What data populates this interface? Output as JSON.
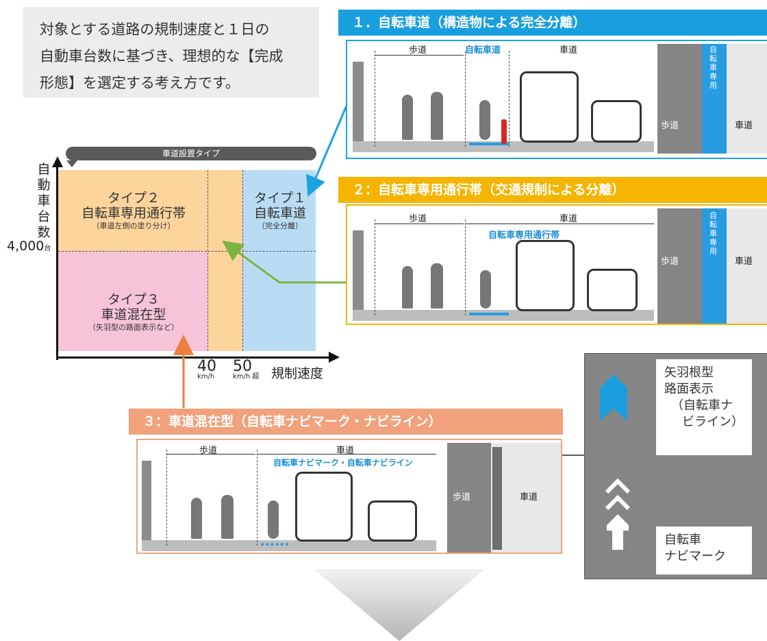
{
  "intro": {
    "text": "対象とする道路の規制速度と１日の自動車台数に基づき、理想的な【完成形態】を選定する考え方です。",
    "lines": [
      "対象とする道路の規制速度と１日の",
      "自動車台数に基づき、理想的な【完成",
      "形態】を選定する考え方です。"
    ]
  },
  "matrix": {
    "bar_label": "車道設置タイプ",
    "y_axis_label": "自動車台数",
    "y_chars": [
      "自",
      "動",
      "車",
      "台",
      "数"
    ],
    "y_tick": "4,000",
    "y_tick_unit": "台",
    "x_axis_label": "規制速度",
    "x_ticks": [
      {
        "value": "40",
        "unit": "km/h"
      },
      {
        "value": "50",
        "unit": "km/h 超"
      }
    ],
    "type2": {
      "name": "タイプ２",
      "title": "自転車専用通行帯",
      "note": "（車道左側の塗り分け）"
    },
    "type1": {
      "name": "タイプ１",
      "title": "自転車道",
      "note": "（完全分離）"
    },
    "type3": {
      "name": "タイプ３",
      "title": "車道混在型",
      "note": "（矢羽型の路面表示など）"
    }
  },
  "sections": [
    {
      "header": "１．自転車道（構造物による完全分離）",
      "labels": {
        "sidewalk": "歩道",
        "bike": "自転車道",
        "road": "車道",
        "plan_sidewalk": "歩道",
        "plan_road": "車道",
        "lane_text": "自転車専用"
      }
    },
    {
      "header": "２：自転車専用通行帯（交通規制による分離）",
      "labels": {
        "sidewalk": "歩道",
        "road": "車道",
        "bike": "自転車専用通行帯",
        "plan_sidewalk": "歩道",
        "plan_road": "車道",
        "lane_text": "自転車専用"
      }
    },
    {
      "header": "３：車道混在型（自転車ナビマーク・ナビライン）",
      "labels": {
        "sidewalk": "歩道",
        "road": "車道",
        "bike": "自転車ナビマーク・自転車ナビライン",
        "plan_sidewalk": "歩道",
        "plan_road": "車道"
      }
    }
  ],
  "legend": {
    "arrow_mark": [
      "矢羽根型",
      "路面表示",
      "（自転車ナ",
      "ビライン）"
    ],
    "navi_mark": [
      "自転車",
      "ナビマーク"
    ]
  },
  "colors": {
    "type1": "#b9dcf4",
    "type2": "#fcd49c",
    "type3": "#f7c3d9",
    "sec1": "#1a9fde",
    "sec2": "#f5b400",
    "sec3": "#f1a27c"
  }
}
